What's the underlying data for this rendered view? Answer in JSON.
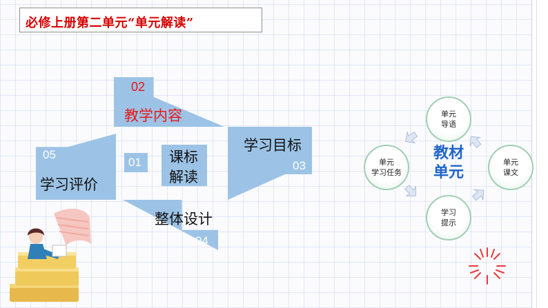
{
  "header": {
    "title": "必修上册第二单元“单元解读”"
  },
  "diagram": {
    "center": {
      "num": "01",
      "label_line1": "课标",
      "label_line2": "解读"
    },
    "items": [
      {
        "num": "02",
        "label": "教学内容"
      },
      {
        "num": "03",
        "label": "学习目标"
      },
      {
        "num": "04",
        "label": "整体设计"
      },
      {
        "num": "05",
        "label": "学习评价"
      }
    ]
  },
  "cycle": {
    "center_line1": "教材",
    "center_line2": "单元",
    "nodes": [
      {
        "line1": "单元",
        "line2": "导语"
      },
      {
        "line1": "单元",
        "line2": "课文"
      },
      {
        "line1": "学习",
        "line2": "提示"
      },
      {
        "line1": "单元",
        "line2": "学习任务"
      }
    ]
  },
  "colors": {
    "title": "#d60000",
    "accent_red": "#e81818",
    "shape_fill": "#9cc3e6",
    "center_text": "#1f64c8"
  }
}
